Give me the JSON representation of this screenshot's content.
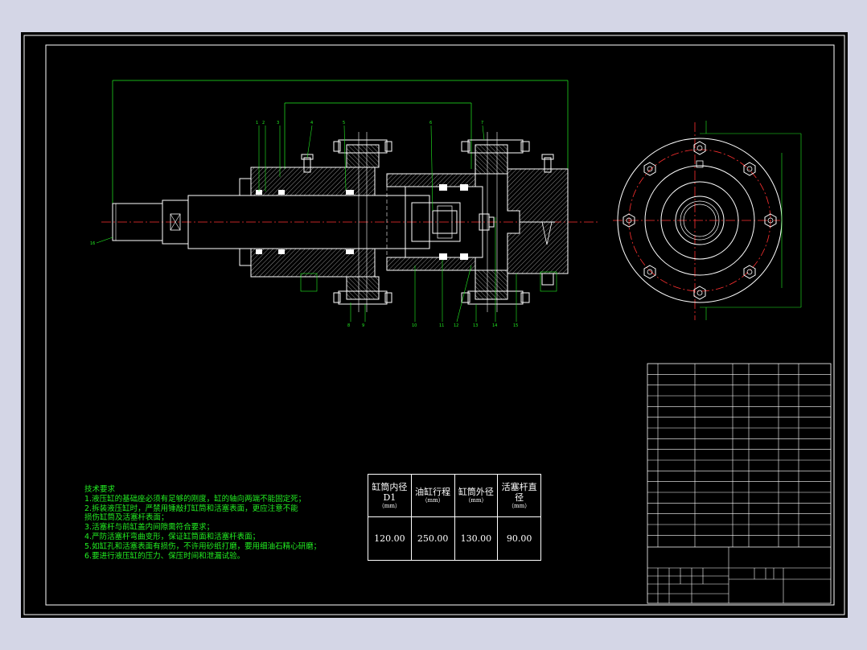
{
  "technical_requirements": {
    "heading": "技术要求",
    "lines": [
      "1.液压缸的基础座必须有足够的刚度，缸的轴向两端不能固定死；",
      "2.拆装液压缸时，严禁用锤敲打缸筒和活塞表面，更应注意不能",
      "   损伤缸筒及活塞杆表面；",
      "3.活塞杆与前缸盖内间隙需符合要求；",
      "4.严防活塞杆弯曲变形，保证缸筒面和活塞杆表面；",
      "5.如缸孔和活塞表面有损伤，不许用砂纸打磨，要用细油石精心研磨；",
      "6.要进行液压缸的压力、保压时间和泄漏试验。"
    ]
  },
  "params_table": {
    "headers": [
      {
        "label": "缸筒内径D1",
        "unit": "（mm）"
      },
      {
        "label": "油缸行程",
        "unit": "（mm）"
      },
      {
        "label": "缸筒外径",
        "unit": "（mm）"
      },
      {
        "label": "活塞杆直径",
        "unit": "（mm）"
      }
    ],
    "values": [
      "120.00",
      "250.00",
      "130.00",
      "90.00"
    ]
  },
  "colors": {
    "background": "#d4d6e6",
    "sheet": "#000000",
    "lines": "#ffffff",
    "dimensions": "#22ee22",
    "center_lines": "#ff3030",
    "text": "#22ee22"
  }
}
